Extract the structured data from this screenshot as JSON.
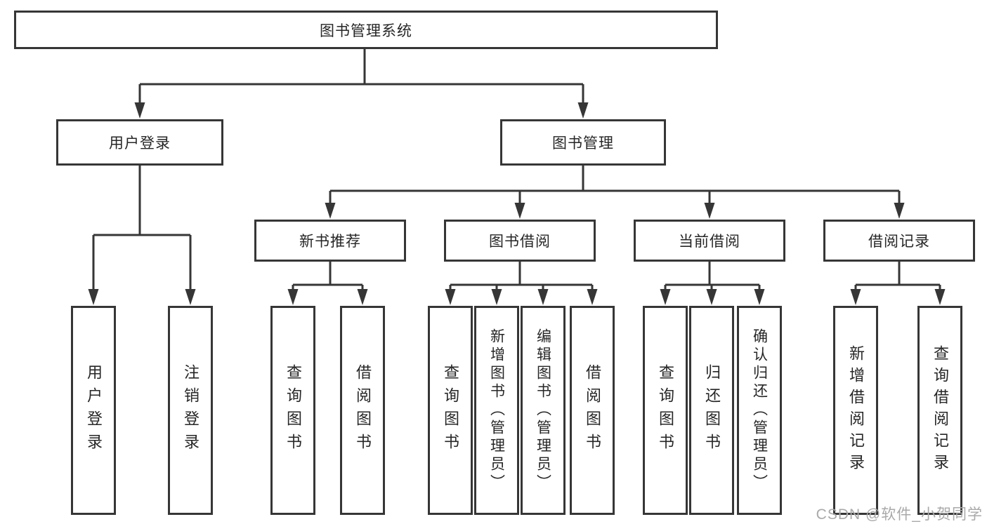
{
  "diagram": {
    "root": {
      "label": "图书管理系统"
    },
    "level2": [
      {
        "label": "用户登录"
      },
      {
        "label": "图书管理"
      }
    ],
    "level3": [
      {
        "label": "新书推荐"
      },
      {
        "label": "图书借阅"
      },
      {
        "label": "当前借阅"
      },
      {
        "label": "借阅记录"
      }
    ],
    "leaves": {
      "user_login": [
        {
          "label": "用户登录"
        },
        {
          "label": "注销登录"
        }
      ],
      "new_book": [
        {
          "label": "查询图书"
        },
        {
          "label": "借阅图书"
        }
      ],
      "book_borrow": [
        {
          "label": "查询图书"
        },
        {
          "label": "新增图书（管理员）"
        },
        {
          "label": "编辑图书（管理员）"
        },
        {
          "label": "借阅图书"
        }
      ],
      "current_borrow": [
        {
          "label": "查询图书"
        },
        {
          "label": "归还图书"
        },
        {
          "label": "确认归还（管理员）"
        }
      ],
      "borrow_records": [
        {
          "label": "新增借阅记录"
        },
        {
          "label": "查询借阅记录"
        }
      ]
    }
  },
  "watermark": {
    "text": "CSDN @软件_小贺同学"
  },
  "colors": {
    "line": "#363636",
    "text": "#262626",
    "watermark": "#a9a9a9",
    "background": "#ffffff"
  }
}
